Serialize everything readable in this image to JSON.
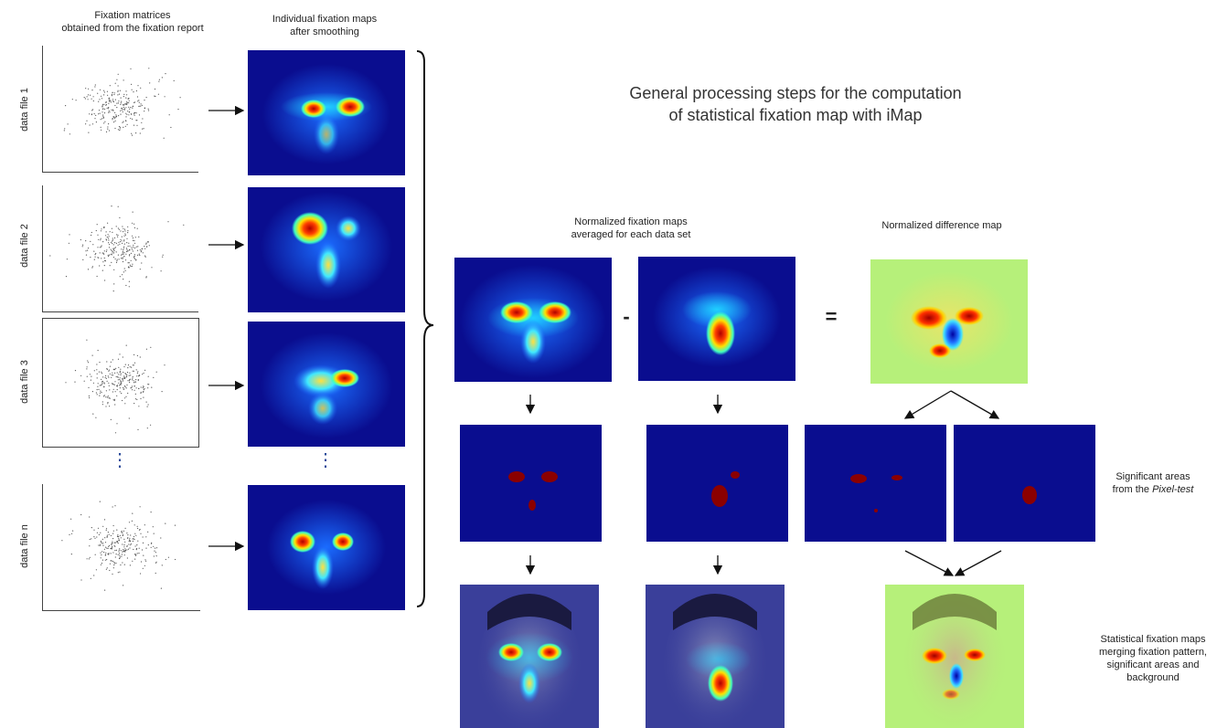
{
  "headers": {
    "fixation_matrices": "Fixation matrices\nobtained from the fixation report",
    "individual_maps": "Individual fixation maps\nafter smoothing"
  },
  "rows": [
    {
      "label": "data file 1"
    },
    {
      "label": "data file 2"
    },
    {
      "label": "data file 3"
    },
    {
      "label": "data file n"
    }
  ],
  "ellipsis": "⋮",
  "title": "General processing steps for the computation\nof statistical fixation map with iMap",
  "normalized_label": "Normalized fixation maps\naveraged for each data set",
  "difference_label": "Normalized difference map",
  "minus": "-",
  "equals": "=",
  "significant_label_pre": "Significant areas\nfrom the ",
  "significant_label_em": "Pixel-test",
  "statistical_label": "Statistical fixation maps\nmerging fixation pattern,\nsignificant areas and\nbackground",
  "colors": {
    "heat_bg": "#0a0d8f",
    "sig_blob": "#8b0000",
    "diff_bg": "#b6f07a"
  }
}
